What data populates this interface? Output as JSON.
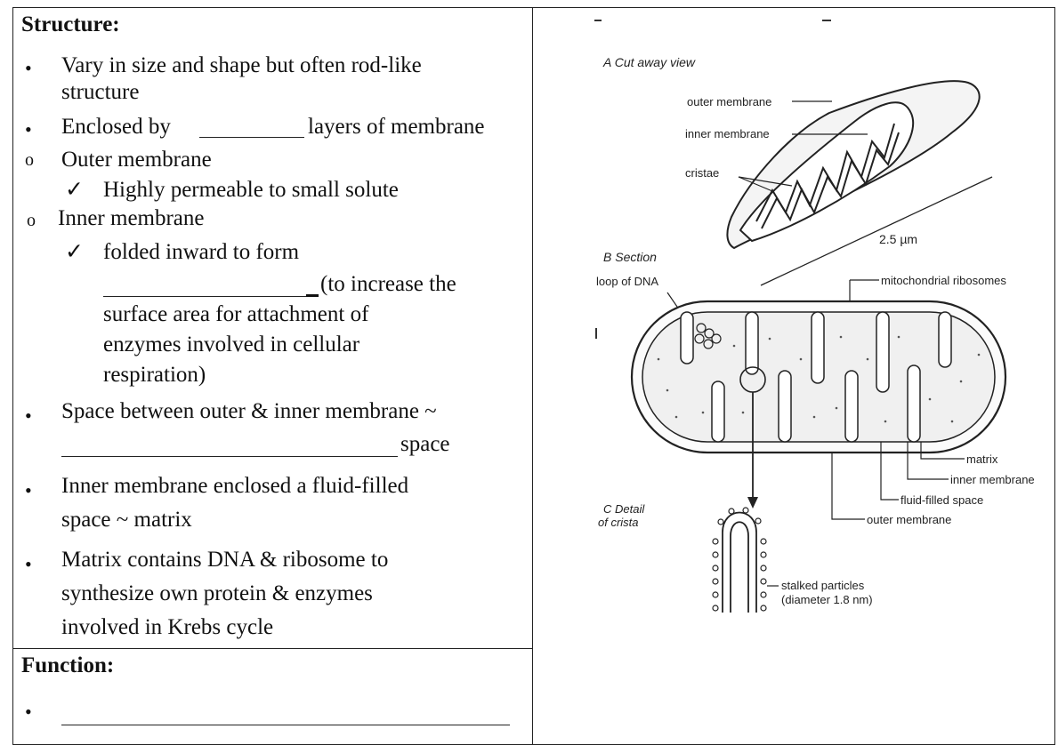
{
  "structure": {
    "heading": "Structure:",
    "b1_l1": "Vary in size and shape but often rod-like",
    "b1_l2": "structure",
    "b2_pre": "Enclosed by ",
    "b2_post": "layers of membrane",
    "outer": "Outer membrane",
    "outer_check": "Highly permeable to small solute",
    "inner": "Inner membrane",
    "inner_check_l1": "folded inward to form",
    "inner_check_l2": "(to increase the",
    "inner_check_l3": "surface area for attachment of",
    "inner_check_l4": "enzymes involved in cellular",
    "inner_check_l5": "respiration)",
    "b3_l1": "Space between outer & inner membrane ~",
    "b3_l2": "space",
    "b4_l1": "Inner membrane enclosed a fluid-filled",
    "b4_l2": "space ~ matrix",
    "b5_l1": "Matrix contains DNA & ribosome to",
    "b5_l2": "synthesize own protein & enzymes",
    "b5_l3": "involved in Krebs cycle"
  },
  "function": {
    "heading": "Function:"
  },
  "diagram": {
    "a_title": "A  Cut away view",
    "outer_membrane": "outer membrane",
    "inner_membrane": "inner membrane",
    "cristae": "cristae",
    "scale": "2.5 µm",
    "b_title": "B  Section",
    "loop_dna": "loop of DNA",
    "ribosomes": "mitochondrial ribosomes",
    "matrix": "matrix",
    "inner_membrane_b": "inner membrane",
    "fluid_space": "fluid-filled space",
    "outer_membrane_b": "outer membrane",
    "c_title_l1": "C  Detail",
    "c_title_l2": "of crista",
    "stalked_l1": "stalked particles",
    "stalked_l2": "(diameter 1.8 nm)"
  }
}
